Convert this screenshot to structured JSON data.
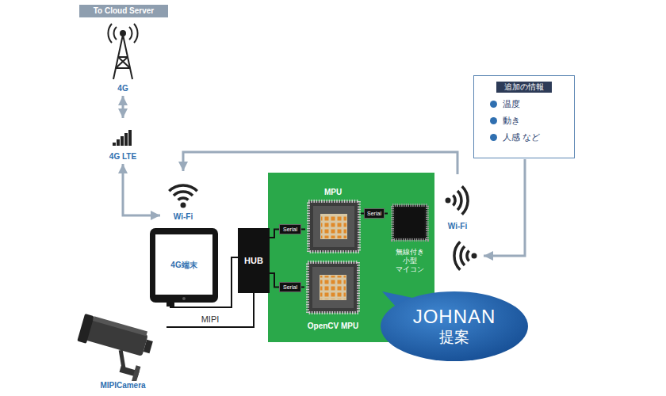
{
  "diagram": {
    "nodes": [
      {
        "text": [
          "To Cloud Server"
        ]
      },
      {
        "text": [
          "4G"
        ]
      },
      {
        "text": [
          "4G LTE"
        ]
      },
      {
        "text": [
          "Wi-Fi"
        ]
      },
      {
        "text": [
          "追加の情報",
          "温度",
          "動き",
          "人感 など"
        ]
      },
      {
        "text": [
          "MPU"
        ]
      },
      {
        "text": [
          "Serial"
        ]
      },
      {
        "text": [
          "無線付き 小型 マイコン"
        ]
      },
      {
        "text": [
          "Wi-Fi"
        ]
      },
      {
        "text": [
          "4G端末"
        ]
      },
      {
        "text": [
          "HUB"
        ]
      },
      {
        "text": [
          "Serial"
        ]
      },
      {
        "text": [
          "Serial"
        ]
      },
      {
        "text": [
          "OpenCV MPU"
        ]
      },
      {
        "text": [
          "JOHNAN",
          "提案"
        ]
      },
      {
        "text": [
          "MIPICamera"
        ]
      }
    ],
    "edges": [
      {
        "from": 1,
        "to": 2,
        "arrow": "both"
      },
      {
        "from": 2,
        "to": 3,
        "arrow": "both"
      },
      {
        "from": 8,
        "to": 3,
        "arrow": "to"
      },
      {
        "from": 9,
        "to": 10,
        "arrow": "none"
      },
      {
        "from": 15,
        "to": 10,
        "label": "MIPI",
        "arrow": "none"
      },
      {
        "from": 10,
        "to": 11,
        "arrow": "none"
      },
      {
        "from": 10,
        "to": 12,
        "arrow": "none"
      },
      {
        "from": 11,
        "to": 5,
        "arrow": "none"
      },
      {
        "from": 12,
        "to": 13,
        "arrow": "none"
      },
      {
        "from": 5,
        "to": 6,
        "arrow": "none"
      },
      {
        "from": 6,
        "to": 7,
        "arrow": "none"
      }
    ]
  }
}
